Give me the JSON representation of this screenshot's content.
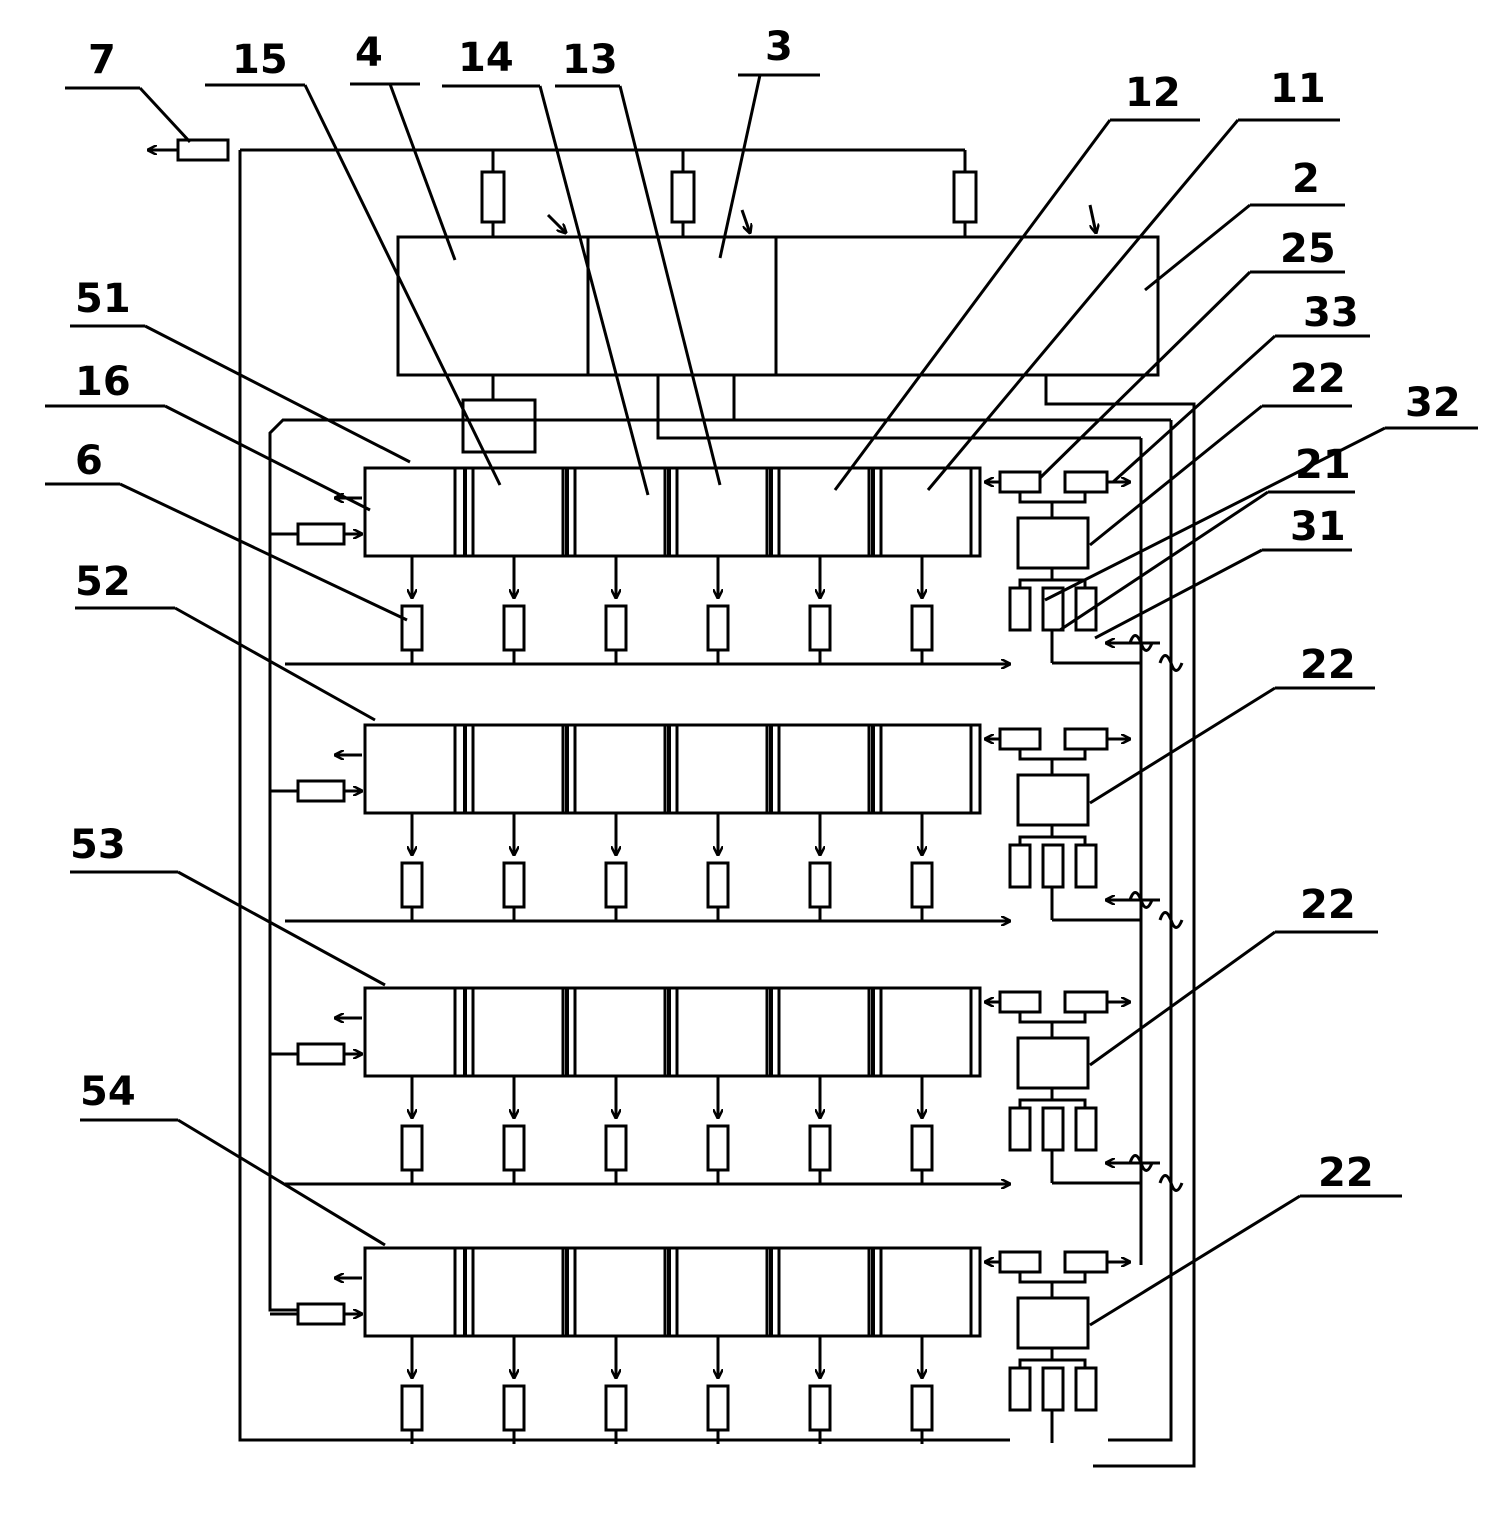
{
  "labels": [
    {
      "id": "l7",
      "text": "7"
    },
    {
      "id": "l15",
      "text": "15"
    },
    {
      "id": "l4",
      "text": "4"
    },
    {
      "id": "l14",
      "text": "14"
    },
    {
      "id": "l13",
      "text": "13"
    },
    {
      "id": "l3",
      "text": "3"
    },
    {
      "id": "l12",
      "text": "12"
    },
    {
      "id": "l11",
      "text": "11"
    },
    {
      "id": "l2",
      "text": "2"
    },
    {
      "id": "l25",
      "text": "25"
    },
    {
      "id": "l51",
      "text": "51"
    },
    {
      "id": "l33",
      "text": "33"
    },
    {
      "id": "l16",
      "text": "16"
    },
    {
      "id": "l22a",
      "text": "22"
    },
    {
      "id": "l32",
      "text": "32"
    },
    {
      "id": "l6",
      "text": "6"
    },
    {
      "id": "l21",
      "text": "21"
    },
    {
      "id": "l31",
      "text": "31"
    },
    {
      "id": "l52",
      "text": "52"
    },
    {
      "id": "l22b",
      "text": "22"
    },
    {
      "id": "l53",
      "text": "53"
    },
    {
      "id": "l22c",
      "text": "22"
    },
    {
      "id": "l54",
      "text": "54"
    },
    {
      "id": "l22d",
      "text": "22"
    }
  ],
  "rows": 4,
  "cells_per_row": 6
}
